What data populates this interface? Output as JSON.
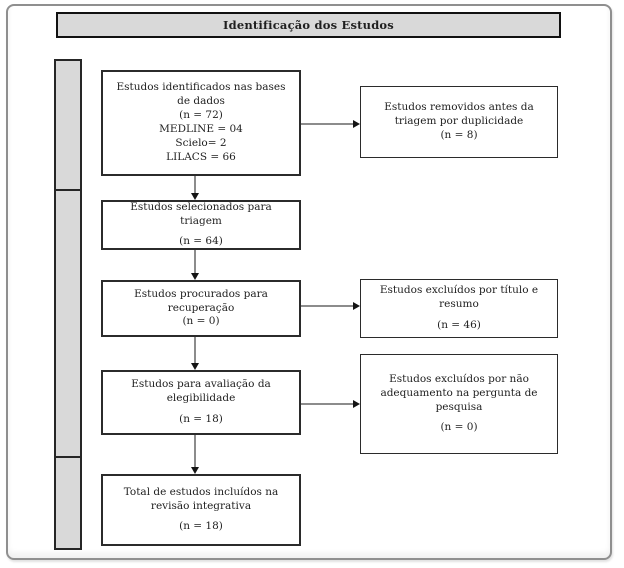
{
  "header": {
    "title": "Identificação dos Estudos"
  },
  "colors": {
    "gray_fill": "#d9d9d9",
    "node_border": "#2b2b2b",
    "frame_border": "#8f8f8f",
    "arrow_shaft": "#8c8c8c",
    "arrow_head": "#141414",
    "text": "#1f1f1f"
  },
  "flow": {
    "identified": {
      "l1": "Estudos identificados nas bases",
      "l2": "de dados",
      "l3": "(n = 72)",
      "l4": "MEDLINE = 04",
      "l5": "Scielo= 2",
      "l6": "LILACS = 66"
    },
    "screening": {
      "l1": "Estudos selecionados para triagem",
      "n": "(n = 64)"
    },
    "retrieval": {
      "l1": "Estudos procurados para",
      "l2": "recuperação",
      "n": "(n = 0)"
    },
    "eligibility": {
      "l1": "Estudos para avaliação da",
      "l2": "elegibilidade",
      "n": "(n = 18)"
    },
    "included": {
      "l1": "Total de estudos incluídos na",
      "l2": "revisão integrativa",
      "n": "(n = 18)"
    },
    "removed_duplicates": {
      "l1": "Estudos removidos antes da",
      "l2": "triagem por duplicidade",
      "n": "(n = 8)"
    },
    "excluded_title_abstract": {
      "l1": "Estudos excluídos por título e",
      "l2": "resumo",
      "n": "(n = 46)"
    },
    "excluded_research_question": {
      "l1": "Estudos excluídos por não",
      "l2": "adequamento na pergunta de",
      "l3": "pesquisa",
      "n": "(n = 0)"
    }
  }
}
